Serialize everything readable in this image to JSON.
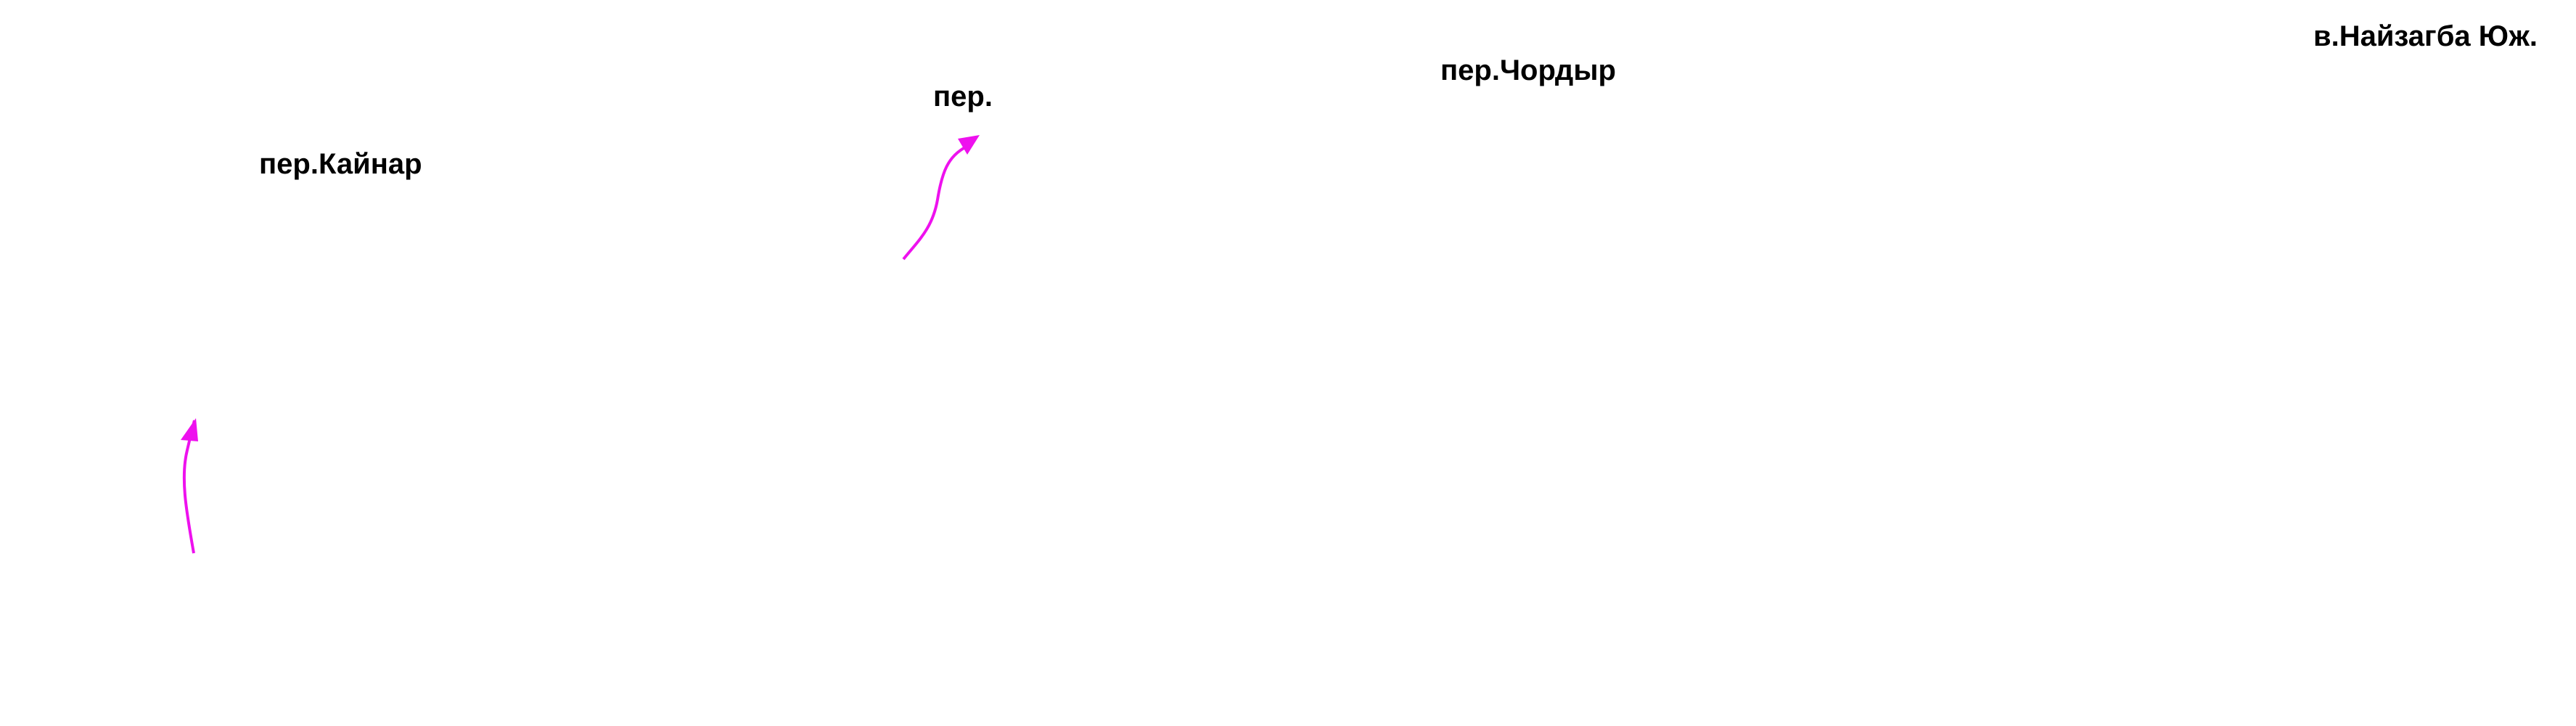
{
  "labels": {
    "kaynar": "пер.Кайнар",
    "per": "пер.",
    "chordyr": "пер.Чордыр",
    "nayzagba": "в.Найзагба Юж."
  },
  "colors": {
    "route": "#ee11ee",
    "label_text": "#000000",
    "background": "#ffffff"
  }
}
